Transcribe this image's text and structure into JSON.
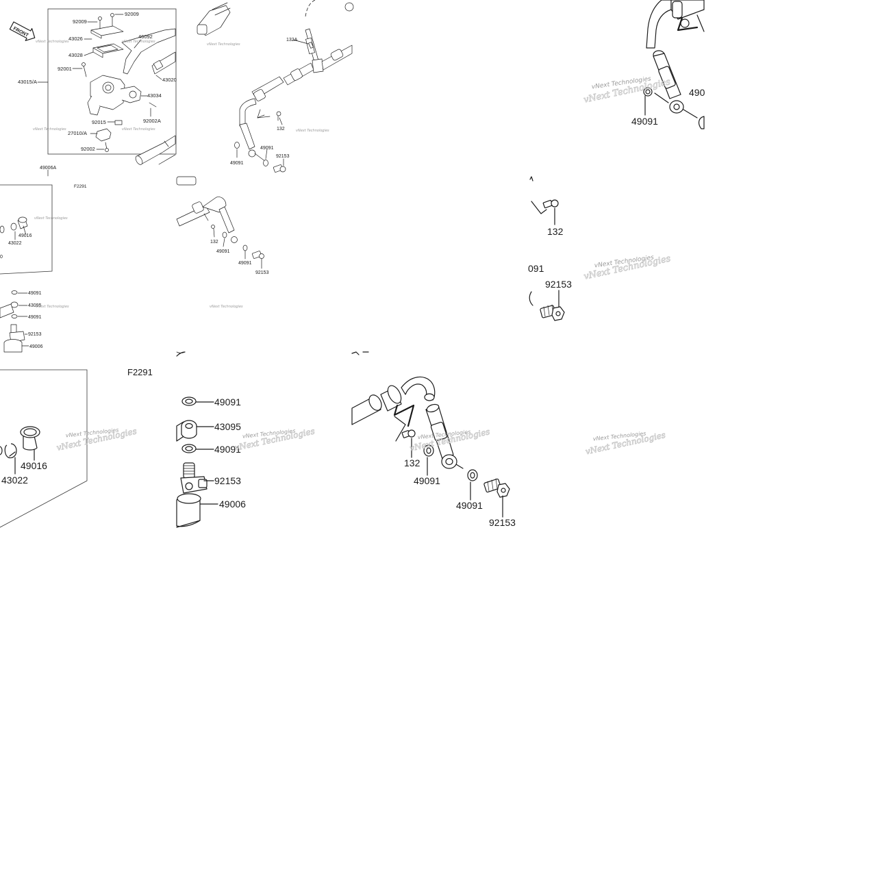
{
  "watermark": "vNext Technologies",
  "front_badge": "FRONT",
  "figure_ref": "F2291",
  "panels": {
    "overview_master_cylinder": {
      "labels": [
        "92009",
        "92009",
        "43026",
        "46092",
        "43028",
        "92001",
        "43015/A",
        "43020",
        "43034",
        "92002A",
        "92015",
        "27010/A",
        "92002",
        "49006A",
        "F2291"
      ]
    },
    "overview_hose_upper": {
      "labels": [
        "132A",
        "132",
        "49091",
        "49091",
        "92153"
      ]
    },
    "zoom_union_top_right": {
      "labels": [
        "49091",
        "490"
      ]
    },
    "overview_lower_left": {
      "labels": [
        "49016",
        "43022",
        "0",
        "49091",
        "43095",
        "49091",
        "92153",
        "49006"
      ]
    },
    "overview_hose_lower": {
      "labels": [
        "132",
        "49091",
        "49091",
        "92153"
      ]
    },
    "zoom_bolt_mid_right": {
      "labels": [
        "132",
        "091",
        "92153"
      ]
    },
    "zoom_lower_left_box": {
      "labels": [
        "F2291",
        "49016",
        "43022"
      ]
    },
    "zoom_caliper_stack": {
      "labels": [
        "49091",
        "43095",
        "49091",
        "92153",
        "49006"
      ]
    },
    "zoom_hose_union": {
      "labels": [
        "132",
        "49091",
        "49091",
        "92153"
      ]
    }
  }
}
